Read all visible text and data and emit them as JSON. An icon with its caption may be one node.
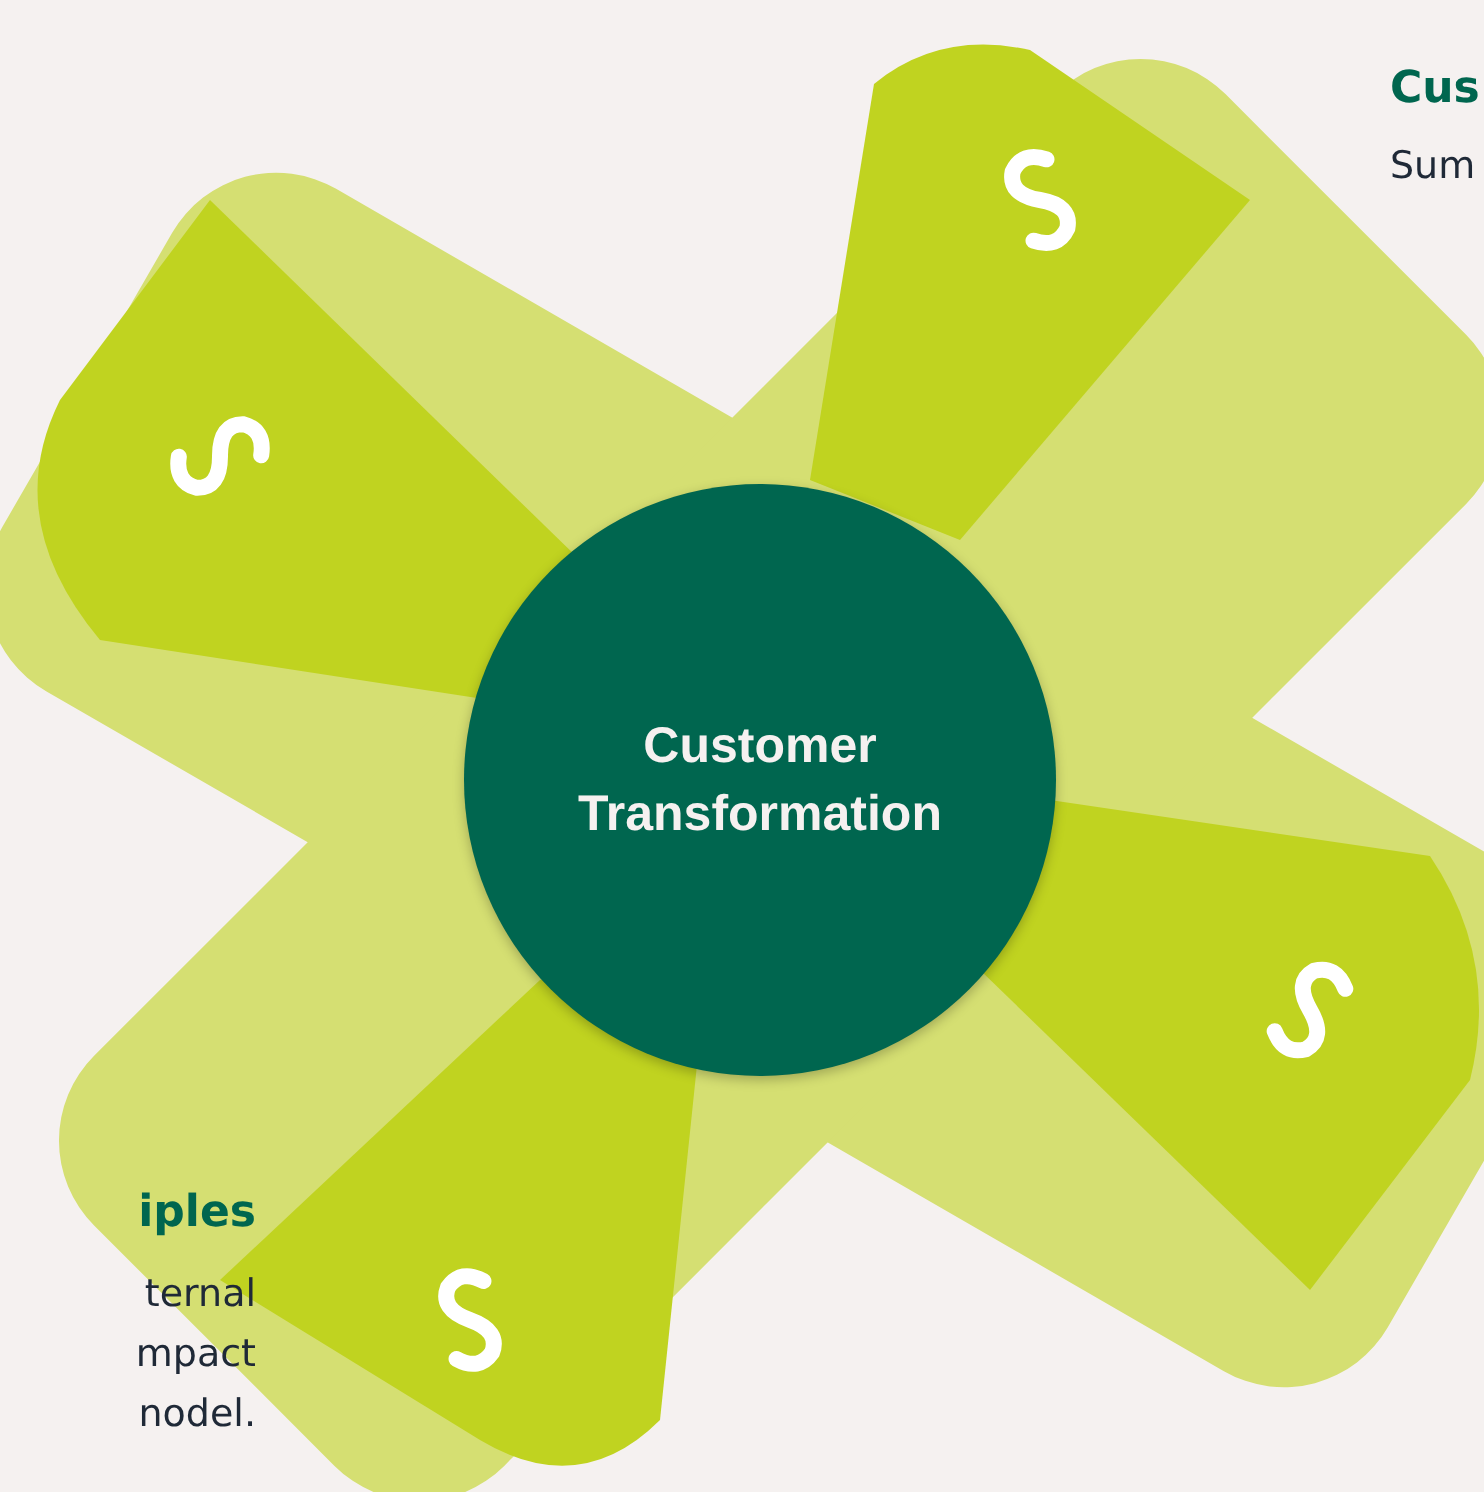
{
  "diagram": {
    "nodes": [
      {
        "text": [
          "Customer Transformation"
        ]
      }
    ],
    "labels": [
      "Cus",
      "Sum",
      "iples",
      "ternal mpact nodel."
    ]
  }
}
